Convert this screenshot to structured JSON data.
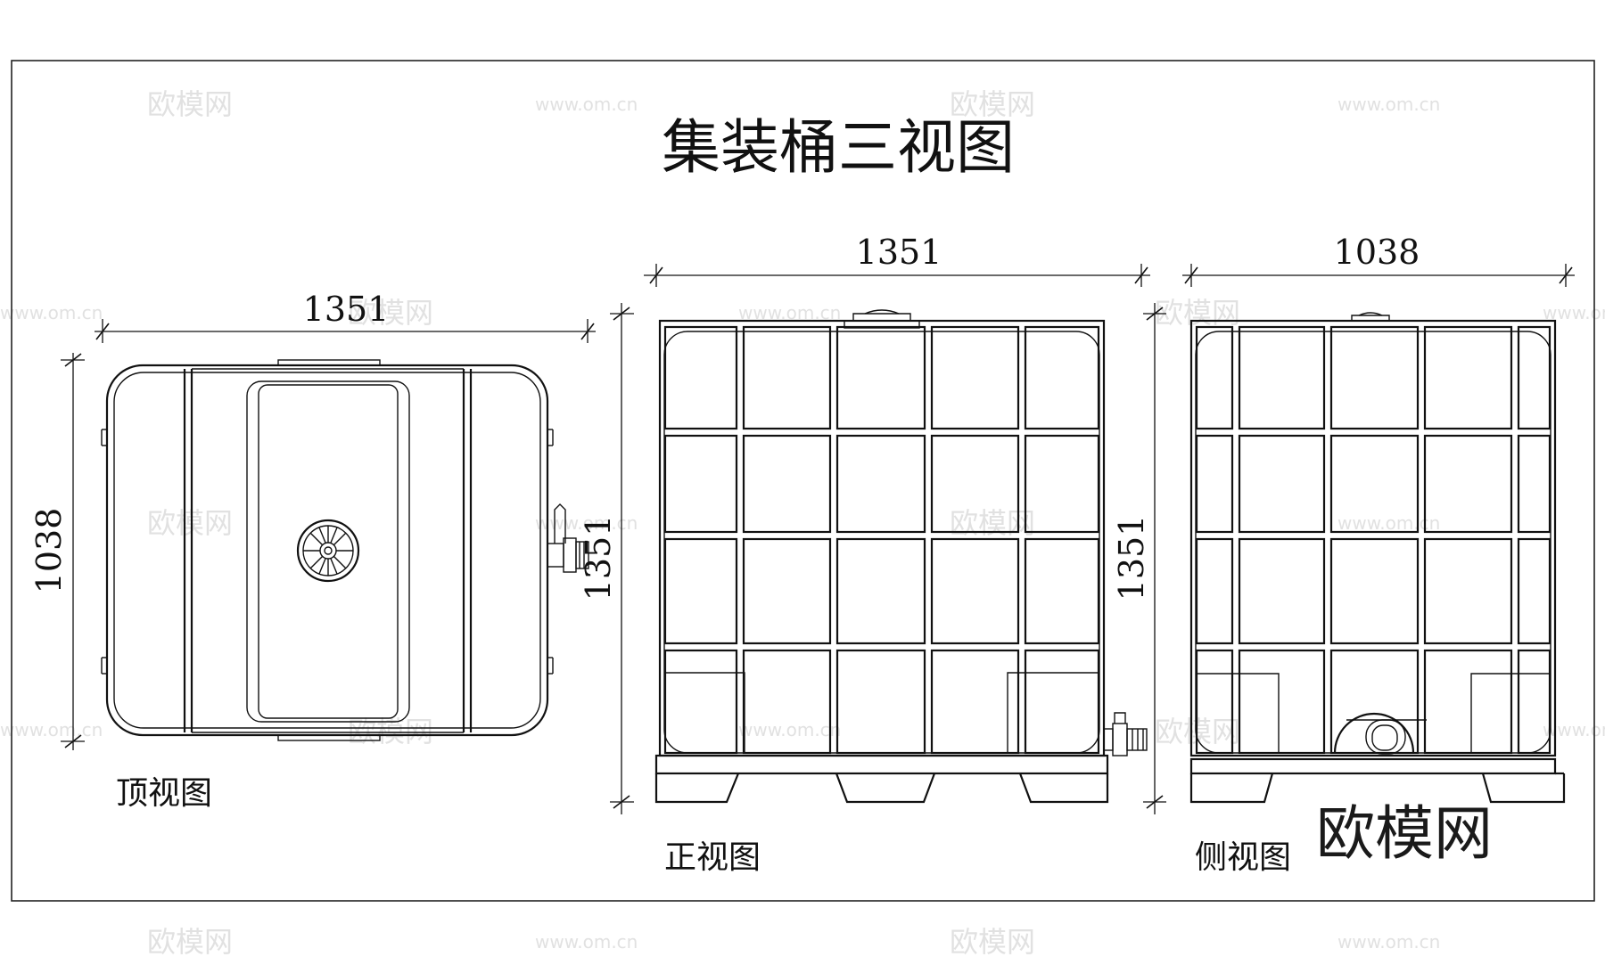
{
  "title": "集装桶三视图",
  "views": {
    "top": {
      "label": "顶视图",
      "width_dim": "1351",
      "depth_dim": "1038"
    },
    "front": {
      "label": "正视图",
      "width_dim": "1351",
      "height_dim": "1351"
    },
    "side": {
      "label": "侧视图",
      "width_dim": "1038",
      "height_dim": "1351"
    }
  },
  "watermark": {
    "brand": "欧模网",
    "url": "www.om.cn",
    "corner": "欧模网"
  }
}
